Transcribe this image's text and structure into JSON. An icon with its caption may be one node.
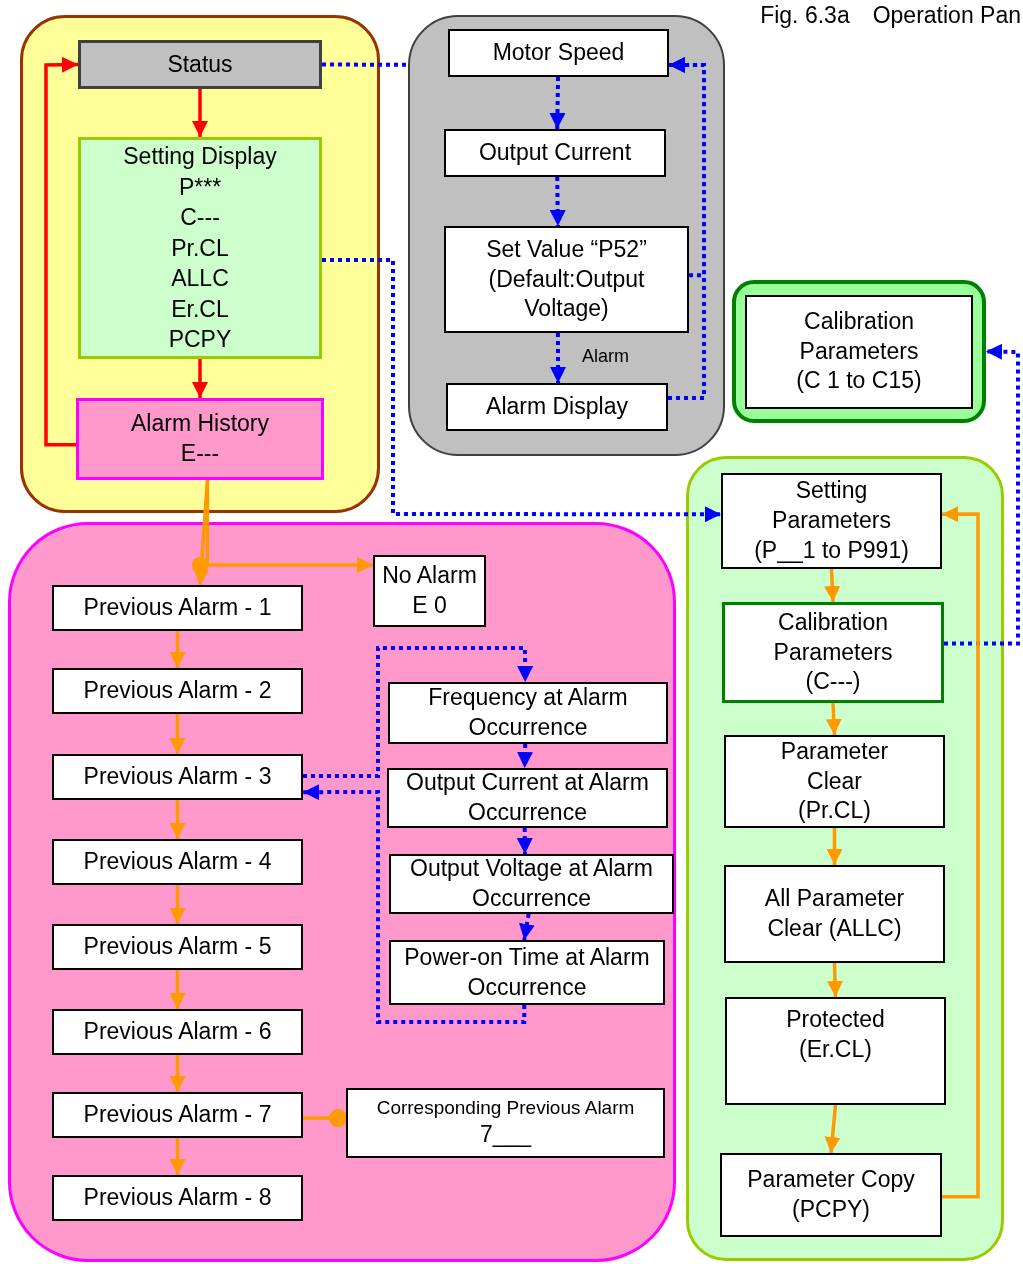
{
  "diagram": {
    "title": "Fig. 6.3a　Operation Pan",
    "nodes": [
      {
        "text": [],
        "shape": "box"
      },
      {
        "text": [
          "Status"
        ],
        "in": 0
      },
      {
        "text": [
          "Setting Display",
          "P***",
          "C---",
          "Pr.CL",
          "ALLC",
          "Er.CL",
          "PCPY"
        ],
        "in": 0
      },
      {
        "text": [
          "Alarm History",
          "E---"
        ],
        "in": 0
      },
      {
        "text": [],
        "shape": "box"
      },
      {
        "text": [
          "Motor Speed"
        ],
        "in": 4
      },
      {
        "text": [
          "Output Current"
        ],
        "in": 4
      },
      {
        "text": [
          "Set Value “P52” (Default:Output Voltage)"
        ],
        "in": 4
      },
      {
        "text": [
          "Alarm Display"
        ],
        "in": 4
      },
      {
        "text": [
          "Calibration Parameters (C 1 to C15)"
        ]
      },
      {
        "text": [],
        "shape": "box"
      },
      {
        "text": [
          "Previous Alarm - 1"
        ],
        "in": 10
      },
      {
        "text": [
          "Previous Alarm - 2"
        ],
        "in": 10
      },
      {
        "text": [
          "Previous Alarm - 3"
        ],
        "in": 10
      },
      {
        "text": [
          "Previous Alarm - 4"
        ],
        "in": 10
      },
      {
        "text": [
          "Previous Alarm - 5"
        ],
        "in": 10
      },
      {
        "text": [
          "Previous Alarm - 6"
        ],
        "in": 10
      },
      {
        "text": [
          "Previous Alarm - 7"
        ],
        "in": 10
      },
      {
        "text": [
          "Previous Alarm - 8"
        ],
        "in": 10
      },
      {
        "text": [
          "No Alarm",
          "E 0"
        ],
        "in": 10
      },
      {
        "text": [
          "Frequency at Alarm Occurrence"
        ],
        "in": 10
      },
      {
        "text": [
          "Output Current at Alarm Occurrence"
        ],
        "in": 10
      },
      {
        "text": [
          "Output Voltage at Alarm Occurrence"
        ],
        "in": 10
      },
      {
        "text": [
          "Power-on Time at Alarm Occurrence"
        ],
        "in": 10
      },
      {
        "text": [
          "Corresponding Previous Alarm",
          "7___"
        ],
        "in": 10
      },
      {
        "text": [],
        "shape": "box"
      },
      {
        "text": [
          "Setting Parameters (P__1 to P991)"
        ],
        "in": 25
      },
      {
        "text": [
          "Calibration Parameters (C---)"
        ],
        "in": 25
      },
      {
        "text": [
          "Parameter Clear (Pr.CL)"
        ],
        "in": 25
      },
      {
        "text": [
          "All Parameter Clear (ALLC)"
        ],
        "in": 25
      },
      {
        "text": [
          "Protected (Er.CL)"
        ],
        "in": 25
      },
      {
        "text": [
          "Parameter Copy (PCPY)"
        ],
        "in": 25
      }
    ],
    "edges": [
      {
        "from": 1,
        "to": 2,
        "arrow": "to",
        "color": "#ff0000"
      },
      {
        "from": 2,
        "to": 3,
        "arrow": "to",
        "color": "#ff0000"
      },
      {
        "from": 3,
        "to": 1,
        "arrow": "to",
        "color": "#ff0000"
      },
      {
        "from": 1,
        "to": 4,
        "arrow": "none",
        "style": "dashed",
        "color": "#0000ff"
      },
      {
        "from": 2,
        "to": 26,
        "arrow": "to",
        "style": "dashed",
        "color": "#0000ff"
      },
      {
        "from": 5,
        "to": 6,
        "arrow": "to",
        "style": "dashed",
        "color": "#0000ff"
      },
      {
        "from": 6,
        "to": 7,
        "arrow": "to",
        "style": "dashed",
        "color": "#0000ff"
      },
      {
        "from": 7,
        "to": 8,
        "arrow": "to",
        "label": "Alarm",
        "style": "dashed",
        "color": "#0000ff"
      },
      {
        "from": 8,
        "to": 5,
        "arrow": "to",
        "style": "dashed",
        "color": "#0000ff"
      },
      {
        "from": 7,
        "to": 5,
        "arrow": "to",
        "style": "dashed",
        "color": "#0000ff"
      },
      {
        "from": 27,
        "to": 9,
        "arrow": "to",
        "style": "dashed",
        "color": "#0000ff"
      },
      {
        "from": 3,
        "to": 11,
        "arrow": "to"
      },
      {
        "from": 3,
        "to": 19,
        "arrow": "to"
      },
      {
        "from": 11,
        "to": 12,
        "arrow": "to"
      },
      {
        "from": 12,
        "to": 13,
        "arrow": "to"
      },
      {
        "from": 13,
        "to": 14,
        "arrow": "to"
      },
      {
        "from": 14,
        "to": 15,
        "arrow": "to"
      },
      {
        "from": 15,
        "to": 16,
        "arrow": "to"
      },
      {
        "from": 16,
        "to": 17,
        "arrow": "to"
      },
      {
        "from": 17,
        "to": 18,
        "arrow": "to"
      },
      {
        "from": 17,
        "to": 24,
        "arrow": "other"
      },
      {
        "from": 13,
        "to": 20,
        "arrow": "to",
        "style": "dashed",
        "color": "#0000ff"
      },
      {
        "from": 20,
        "to": 21,
        "arrow": "to",
        "style": "dashed",
        "color": "#0000ff"
      },
      {
        "from": 21,
        "to": 22,
        "arrow": "to",
        "style": "dashed",
        "color": "#0000ff"
      },
      {
        "from": 22,
        "to": 23,
        "arrow": "to",
        "style": "dashed",
        "color": "#0000ff"
      },
      {
        "from": 23,
        "to": 13,
        "arrow": "to",
        "style": "dashed",
        "color": "#0000ff"
      },
      {
        "from": 26,
        "to": 27,
        "arrow": "to"
      },
      {
        "from": 27,
        "to": 28,
        "arrow": "to"
      },
      {
        "from": 28,
        "to": 29,
        "arrow": "to"
      },
      {
        "from": 29,
        "to": 30,
        "arrow": "to"
      },
      {
        "from": 30,
        "to": 31,
        "arrow": "to"
      },
      {
        "from": 31,
        "to": 26,
        "arrow": "to"
      }
    ]
  }
}
